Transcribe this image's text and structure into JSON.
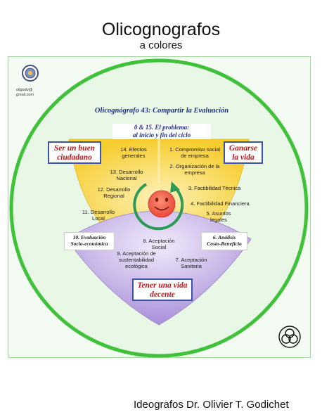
{
  "header": {
    "title": "Olicognografos",
    "subtitle": "a colores"
  },
  "footer": {
    "credit": "Ideografos Dr. Olivier T. Godichet"
  },
  "logo": {
    "email_line1": "oligodu@",
    "email_line2": "gmail.com"
  },
  "diagram": {
    "title": "Olicognógrafo 43: Compartir la Evaluación",
    "problem_line1": "0 & 15. El problema:",
    "problem_line2": "al inicio y fin del ciclo",
    "goals": {
      "left_line1": "Ser un buen",
      "left_line2": "ciudadano",
      "right_line1": "Ganarse",
      "right_line2": "la vida",
      "bottom_line1": "Tener una vida",
      "bottom_line2": "decente"
    },
    "evaluations": {
      "left_line1": "10. Evaluación",
      "left_line2": "Socio-económica",
      "right_line1": "6. Análisis",
      "right_line2": "Costo-Beneficio"
    },
    "steps": {
      "s1_line1": "1. Compromiso social",
      "s1_line2": "de empresa",
      "s2_line1": "2. Organización de la",
      "s2_line2": "empresa",
      "s3": "3. Factibilidad Técnica",
      "s4": "4. Factibilidad Financiera",
      "s5_line1": "5. Asuntos",
      "s5_line2": "legales",
      "s7_line1": "7. Aceptación",
      "s7_line2": "Sanitaria",
      "s8_line1": "8. Aceptación",
      "s8_line2": "Social",
      "s9_line1": "9. Aceptación de",
      "s9_line2": "sustentabilidad",
      "s9_line3": "ecológica",
      "s11_line1": "11. Desarrollo",
      "s11_line2": "Local",
      "s12_line1": "12. Desarrollo",
      "s12_line2": "Regional",
      "s13_line1": "13. Desarrollo",
      "s13_line2": "Nacional",
      "s14_line1": "14. Efectos",
      "s14_line2": "generales"
    },
    "colors": {
      "panel_circle": "#e9f8e6",
      "panel_ring": "#3fc23a",
      "yellow_petal": "#f6d13a",
      "yellow_light": "#fbeaa0",
      "purple_petal": "#b49be0",
      "purple_light": "#e7dcf7",
      "smiley_face": "#f26b4f",
      "arrow": "#2e9a58",
      "box_border": "#3b53a8",
      "goal_text": "#c2161b"
    },
    "icons": [
      "university-seal-icon",
      "triple-circle-logo-icon",
      "smiley-face-icon",
      "cycle-arrow-icon"
    ]
  }
}
